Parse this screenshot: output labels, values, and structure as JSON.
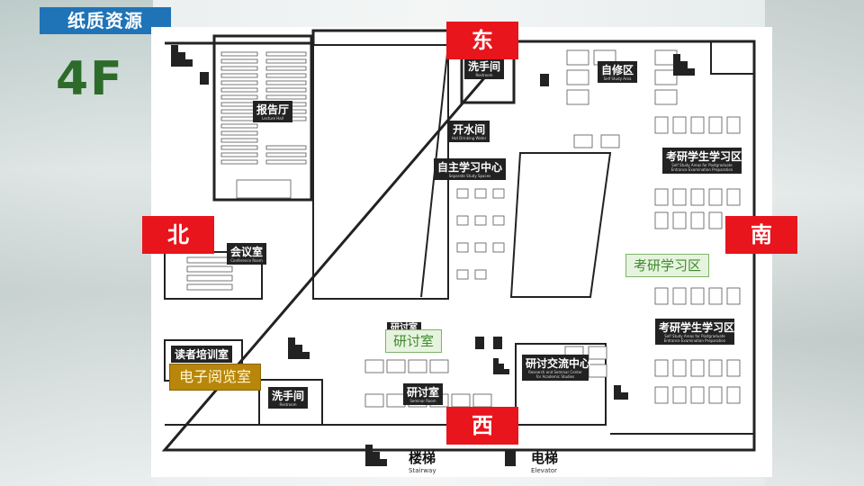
{
  "header": {
    "title": "纸质资源",
    "floor": "4F"
  },
  "directions": {
    "east": "东",
    "west": "西",
    "north": "北",
    "south": "南"
  },
  "rooms": {
    "lecture_hall": {
      "label": "报告厅",
      "sub": "Lecture Hall"
    },
    "restroom_east": {
      "label": "洗手间",
      "sub": "Restroom"
    },
    "self_study": {
      "label": "自修区",
      "sub": "Self Study Area"
    },
    "hot_water": {
      "label": "开水间",
      "sub": "Hot Drinking Water"
    },
    "independent_center": {
      "label": "自主学习中心",
      "sub": "Separate Study Spaces"
    },
    "postgrad_upper": {
      "label": "考研学生学习区",
      "sub": "Self Study Areas for Postgraduate Entrance Examination Preparation"
    },
    "conference": {
      "label": "会议室",
      "sub": "Conference Room"
    },
    "reader_training": {
      "label": "读者培训室"
    },
    "restroom_west": {
      "label": "洗手间",
      "sub": "Restroom"
    },
    "seminar_left": {
      "label": "研讨室",
      "sub": "Seminar Room"
    },
    "research_center": {
      "label": "研讨交流中心",
      "sub": "Research and Seminar Center for Academic Studies"
    },
    "postgrad_lower": {
      "label": "考研学生学习区",
      "sub": "Self Study Areas for Postgraduate Entrance Examination Preparation"
    },
    "seminar_top_partial": {
      "label": "研讨室"
    }
  },
  "highlights": {
    "postgrad_green": "考研学习区",
    "seminar_green": "研讨室",
    "e_reading": "电子阅览室"
  },
  "legend": {
    "stairs": {
      "label": "楼梯",
      "en": "Stairway"
    },
    "elevator": {
      "label": "电梯",
      "en": "Elevator"
    }
  },
  "colors": {
    "title_blue": "#1f73b7",
    "direction_red": "#e8151c",
    "floor_green": "#2d6b2a",
    "highlight_gold": "#b8860b"
  }
}
